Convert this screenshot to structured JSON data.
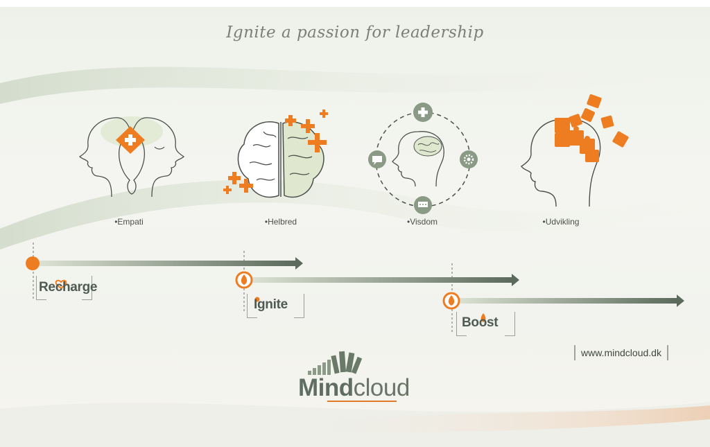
{
  "tagline": "Ignite a passion for leadership",
  "pillars": [
    {
      "label": "•Empati",
      "icon": "heads-heart-icon"
    },
    {
      "label": "•Helbred",
      "icon": "brain-plus-icon"
    },
    {
      "label": "•Visdom",
      "icon": "head-cycle-icon"
    },
    {
      "label": "•Udvikling",
      "icon": "head-puzzle-icon"
    }
  ],
  "stages": [
    {
      "name": "Recharge"
    },
    {
      "name": "Ignite"
    },
    {
      "name": "Boost"
    }
  ],
  "website": "www.mindcloud.dk",
  "logo": {
    "part1": "Mind",
    "part2": "cloud"
  },
  "colors": {
    "accent": "#ee7d22",
    "green_dark": "#5a6b5b",
    "line": "#4b4f4a"
  }
}
